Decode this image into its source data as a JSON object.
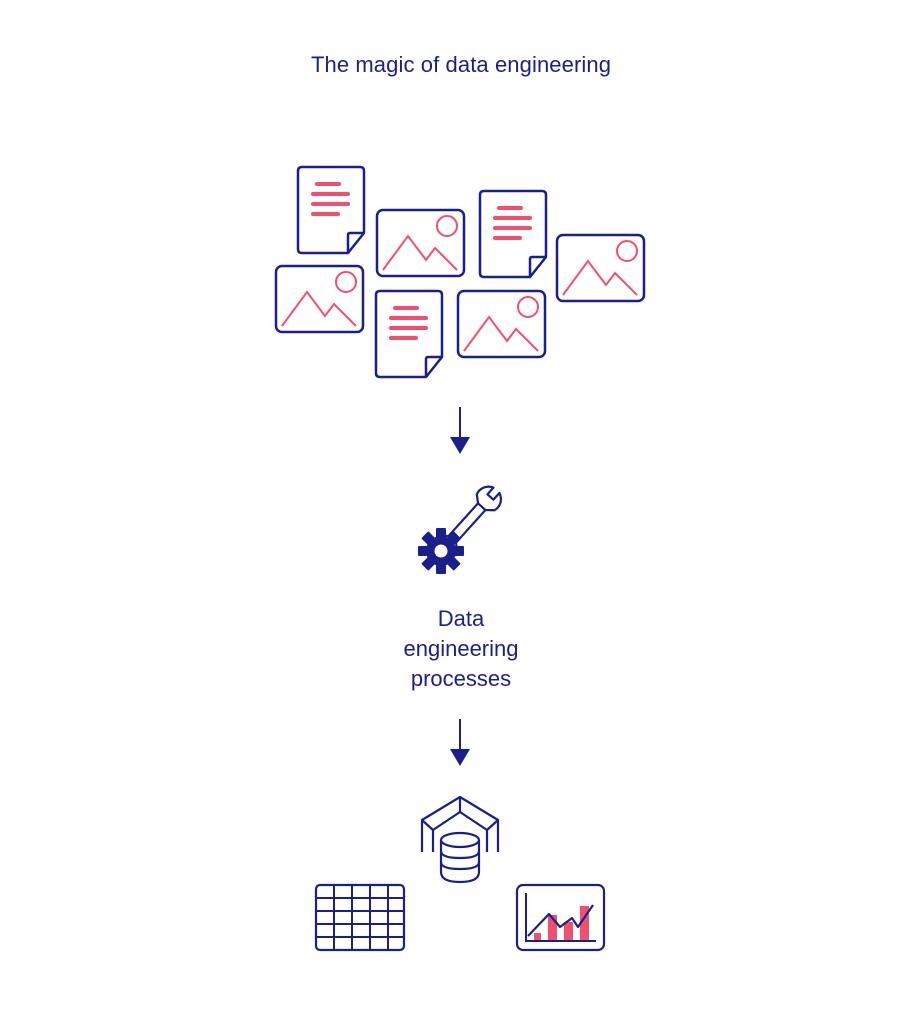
{
  "title": "The magic of data engineering",
  "process_label": {
    "lines": [
      "Data",
      "engineering",
      "processes"
    ]
  },
  "colors": {
    "primary": "#1a1f8c",
    "accent": "#f0506e",
    "background": "#ffffff"
  },
  "icons": {
    "sources": [
      "document-icon",
      "image-icon"
    ],
    "process": [
      "gear-icon",
      "wrench-icon"
    ],
    "outputs": [
      "warehouse-icon",
      "database-icon",
      "table-icon",
      "chart-icon"
    ]
  }
}
